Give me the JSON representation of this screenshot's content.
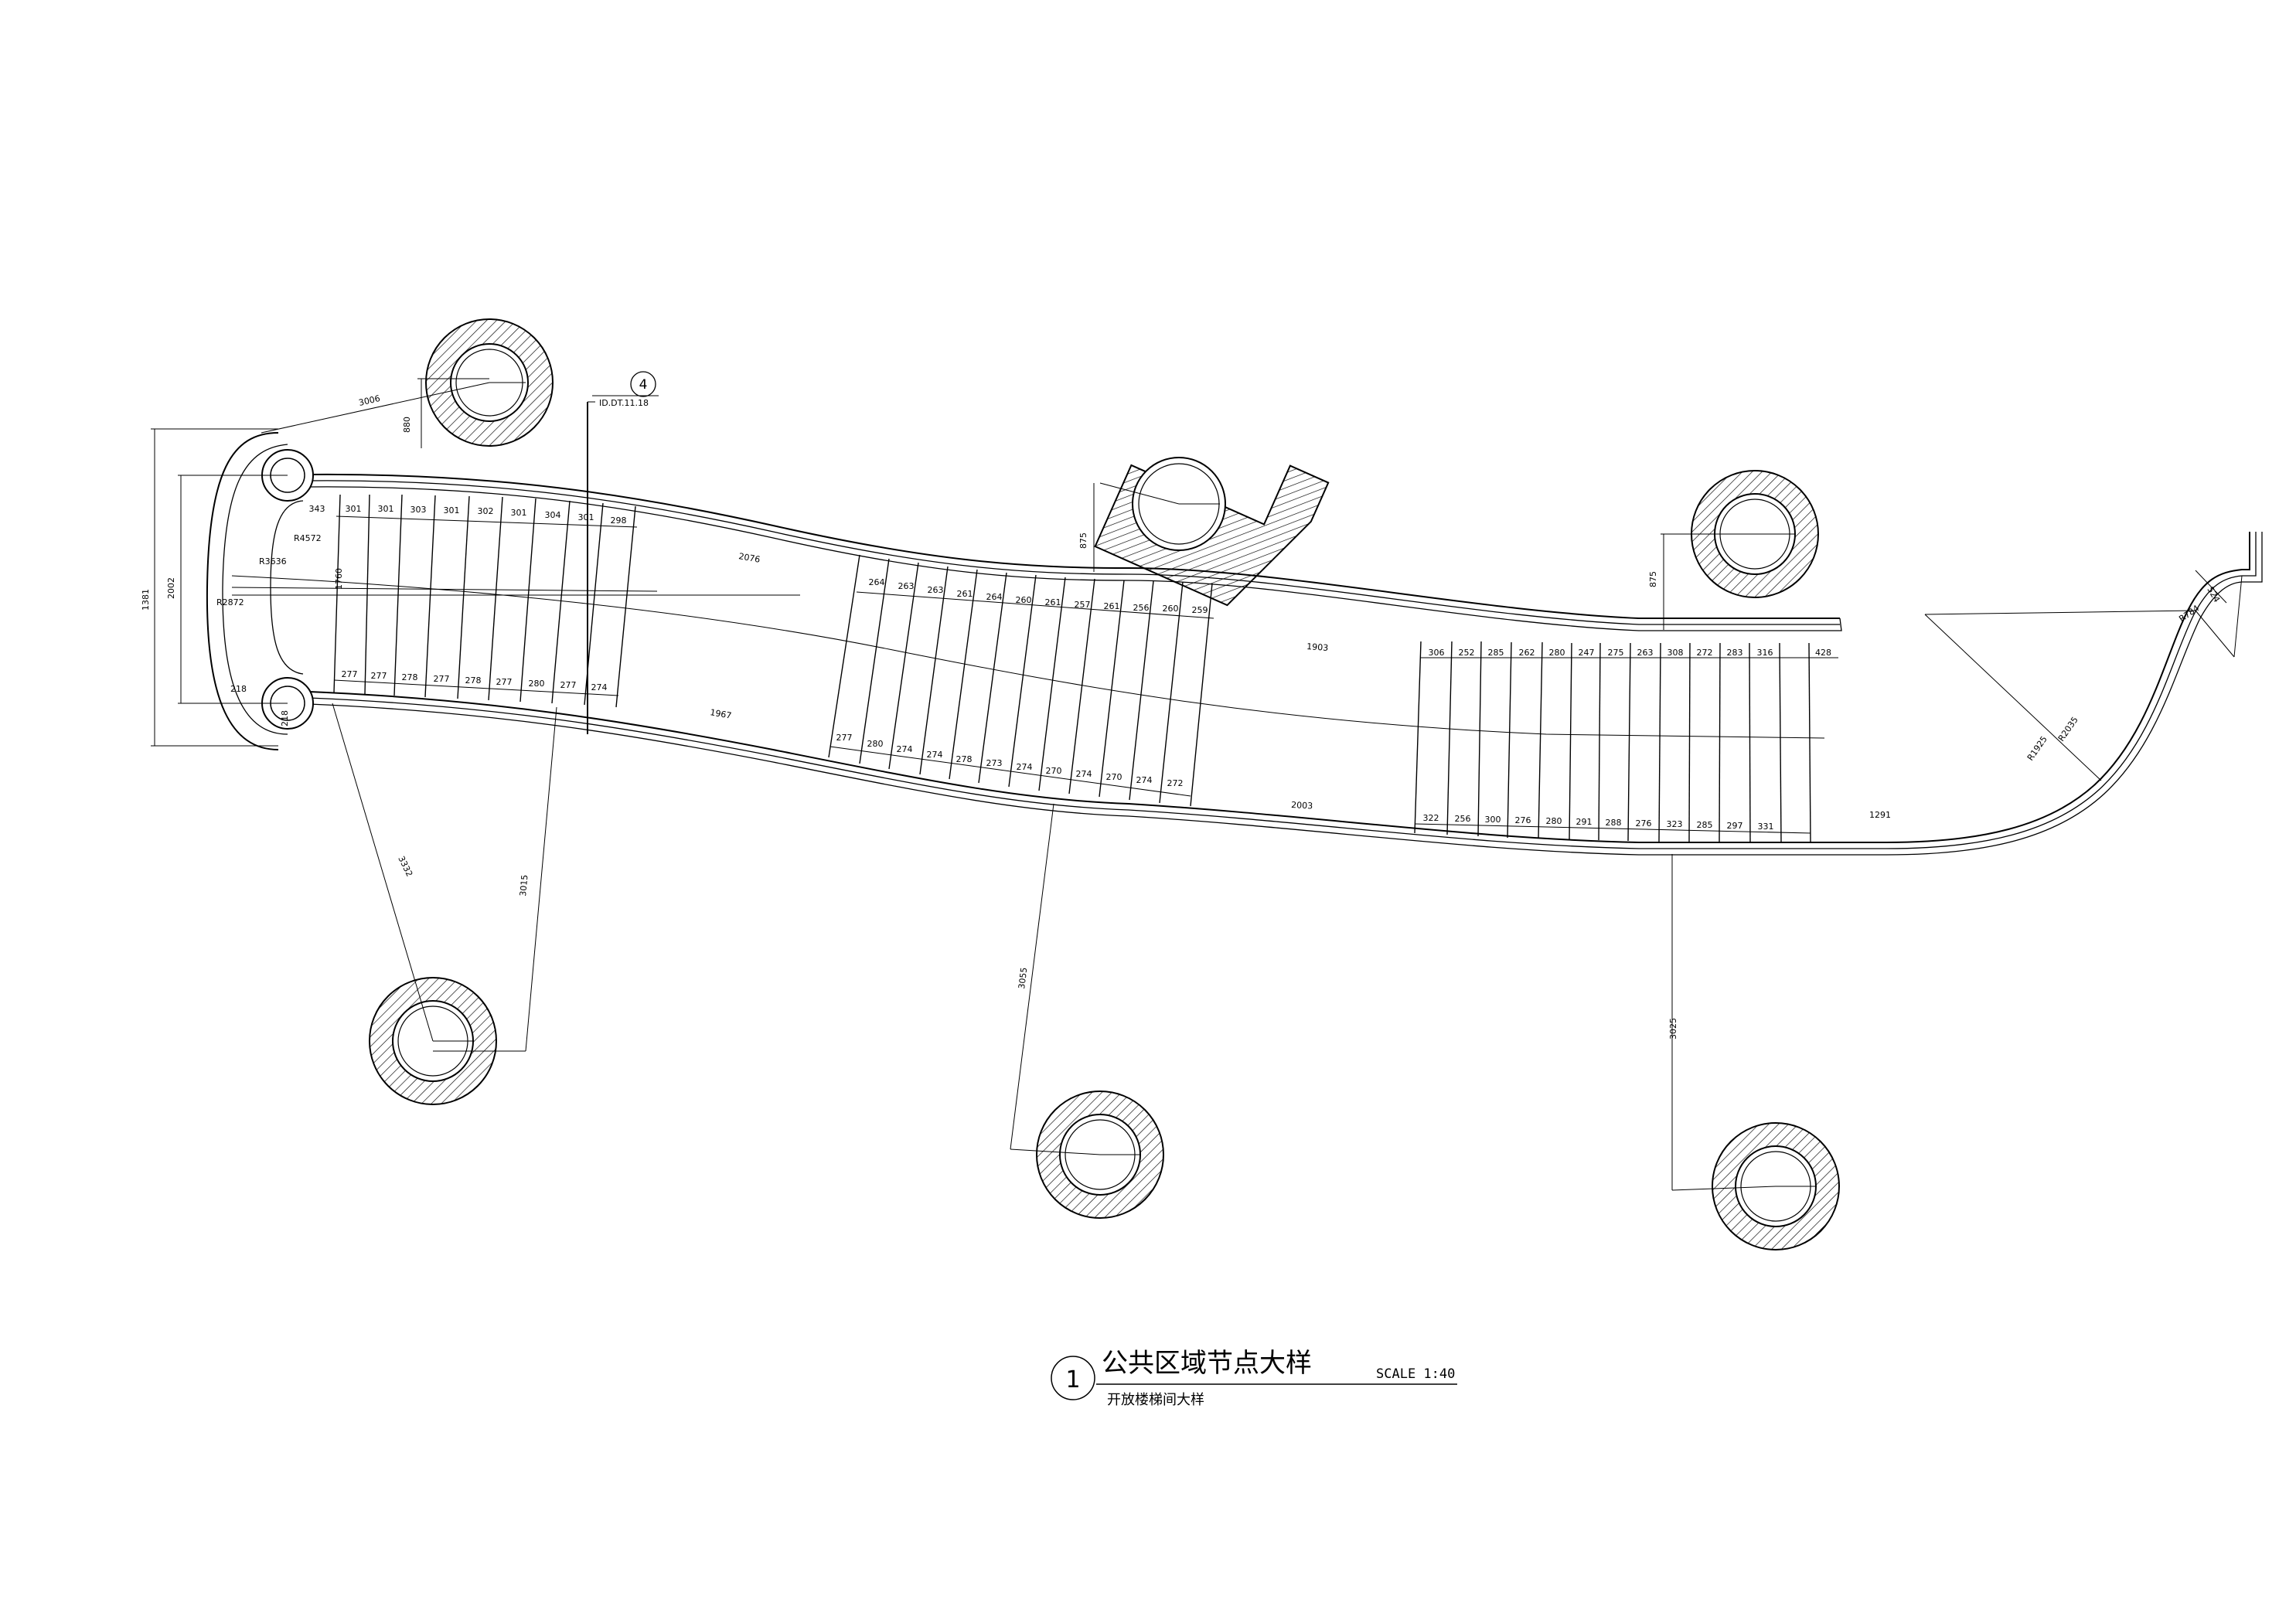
{
  "title_block": {
    "number": "1",
    "title": "公共区域节点大样",
    "scale": "SCALE 1:40",
    "subtitle": "开放楼梯间大样"
  },
  "callout": {
    "number": "4",
    "reference": "ID.DT.11.18"
  },
  "dims": {
    "col_a": "3006",
    "col_a_off": "880",
    "col_b": "875",
    "col_c": "875",
    "col_d": "3332",
    "col_e": "3015",
    "col_f": "3055",
    "col_g": "3025",
    "width_outer": "1381",
    "width_inner": "2002",
    "width_small": "1760",
    "r1": "R4572",
    "r2": "R3636",
    "r3": "R2872",
    "end_r1": "R2035",
    "end_r2": "R1925",
    "end_r3": "R784",
    "end_r4": "524",
    "left_small": "218",
    "left_small2": "218",
    "land_top_1": "2076",
    "land_bot_1": "1967",
    "land_top_2": "1903",
    "land_bot_2": "2003",
    "tail_top": "428",
    "tail_bot": "1291"
  },
  "flight1": {
    "top": [
      "343",
      "301",
      "301",
      "303",
      "301",
      "302",
      "301",
      "304",
      "301",
      "298"
    ],
    "bottom": [
      "277",
      "277",
      "278",
      "277",
      "278",
      "277",
      "280",
      "277",
      "274"
    ]
  },
  "flight2": {
    "top": [
      "264",
      "263",
      "263",
      "261",
      "264",
      "260",
      "261",
      "257",
      "261",
      "256",
      "260",
      "259"
    ],
    "bottom": [
      "277",
      "280",
      "274",
      "274",
      "278",
      "273",
      "274",
      "270",
      "274",
      "270",
      "274",
      "272"
    ]
  },
  "flight3": {
    "top": [
      "306",
      "252",
      "285",
      "262",
      "280",
      "247",
      "275",
      "263",
      "308",
      "272",
      "283",
      "316"
    ],
    "bottom": [
      "322",
      "256",
      "300",
      "276",
      "280",
      "291",
      "288",
      "276",
      "323",
      "285",
      "297",
      "331"
    ]
  }
}
